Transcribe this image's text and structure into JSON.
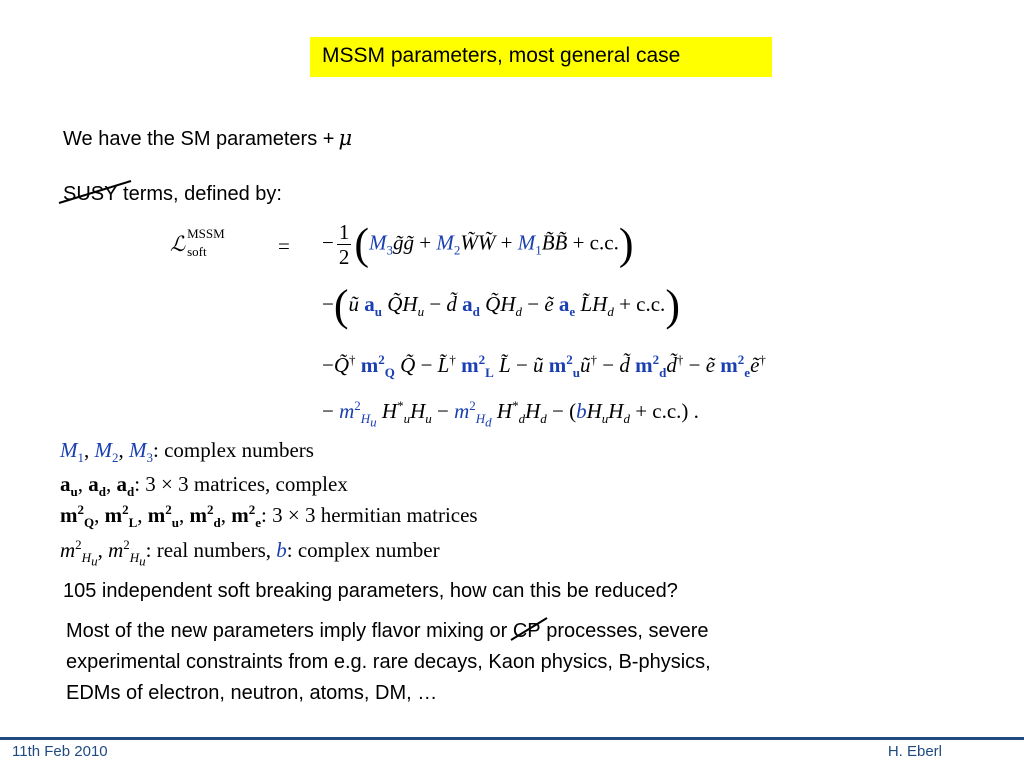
{
  "title": "MSSM parameters, most general case",
  "line1": {
    "text": "We have the SM parameters +",
    "symbol": "μ"
  },
  "line2": {
    "struck": "SUSY",
    "rest": " terms, defined by:"
  },
  "equation": {
    "lhs": "ℒ",
    "lhs_sup": "MSSM",
    "lhs_sub": "soft",
    "eq": "=",
    "row1": "−½ ( M₃ g̃g̃ + M₂ W̃W̃ + M₁ B̃B̃ + c.c. )",
    "row2": "− ( ũ a_u Q̃ H_u − d̃ a_d Q̃ H_d − ẽ a_e L̃ H_d + c.c. )",
    "row3": "−Q̃† m²_Q Q̃ − L̃† m²_L L̃ − ũ m²_u ũ† − d̃ m²_d d̃† − ẽ m²_e ẽ†",
    "row4": "− m²_Hu H*_u H_u − m²_Hd H*_d H_d − (b H_u H_d + c.c.) ."
  },
  "definitions": [
    {
      "desc": "complex numbers"
    },
    {
      "desc": "3 × 3 matrices, complex"
    },
    {
      "desc": "3 × 3 hermitian matrices"
    },
    {
      "desc1": "real numbers,",
      "desc2": "complex number"
    }
  ],
  "summary": "105 independent soft breaking parameters, how can this be reduced?",
  "paragraph": {
    "l1a": "Most of the new parameters imply flavor mixing or",
    "l1_struck": "CP",
    "l1b": " processes, severe",
    "l2": "experimental constraints from e.g. rare decays, Kaon physics, B-physics,",
    "l3": "EDMs of electron, neutron, atoms, DM, …"
  },
  "footer": {
    "date": "11th Feb 2010",
    "author": "H. Eberl"
  },
  "colors": {
    "title_bg": "#ffff00",
    "math_blue": "#1a3fb3",
    "footer": "#1f4b80"
  }
}
